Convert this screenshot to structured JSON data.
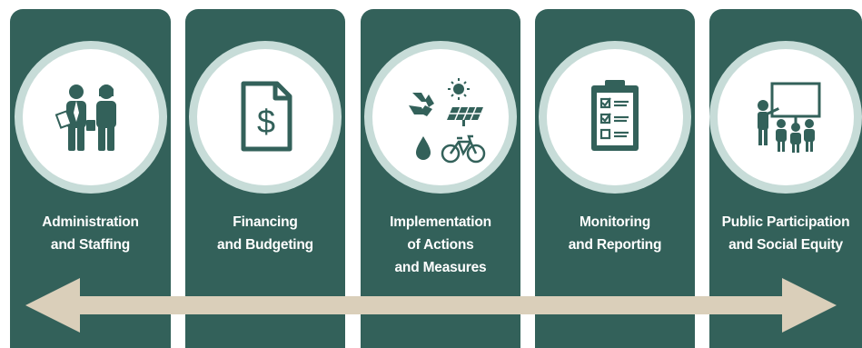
{
  "colors": {
    "panel": "#33615a",
    "ring": "#c7dcd8",
    "icon": "#33615a",
    "arrow": "#dacfba"
  },
  "panels": [
    {
      "icon": "business-people-icon",
      "label_lines": [
        "Administration",
        "and Staffing"
      ]
    },
    {
      "icon": "dollar-document-icon",
      "label_lines": [
        "Financing",
        "and Budgeting"
      ]
    },
    {
      "icon": "sustainability-icons",
      "label_lines": [
        "Implementation",
        "of Actions",
        "and Measures"
      ]
    },
    {
      "icon": "clipboard-checklist-icon",
      "label_lines": [
        "Monitoring",
        "and Reporting"
      ]
    },
    {
      "icon": "public-meeting-icon",
      "label_lines": [
        "Public Participation",
        "and Social Equity"
      ]
    }
  ]
}
